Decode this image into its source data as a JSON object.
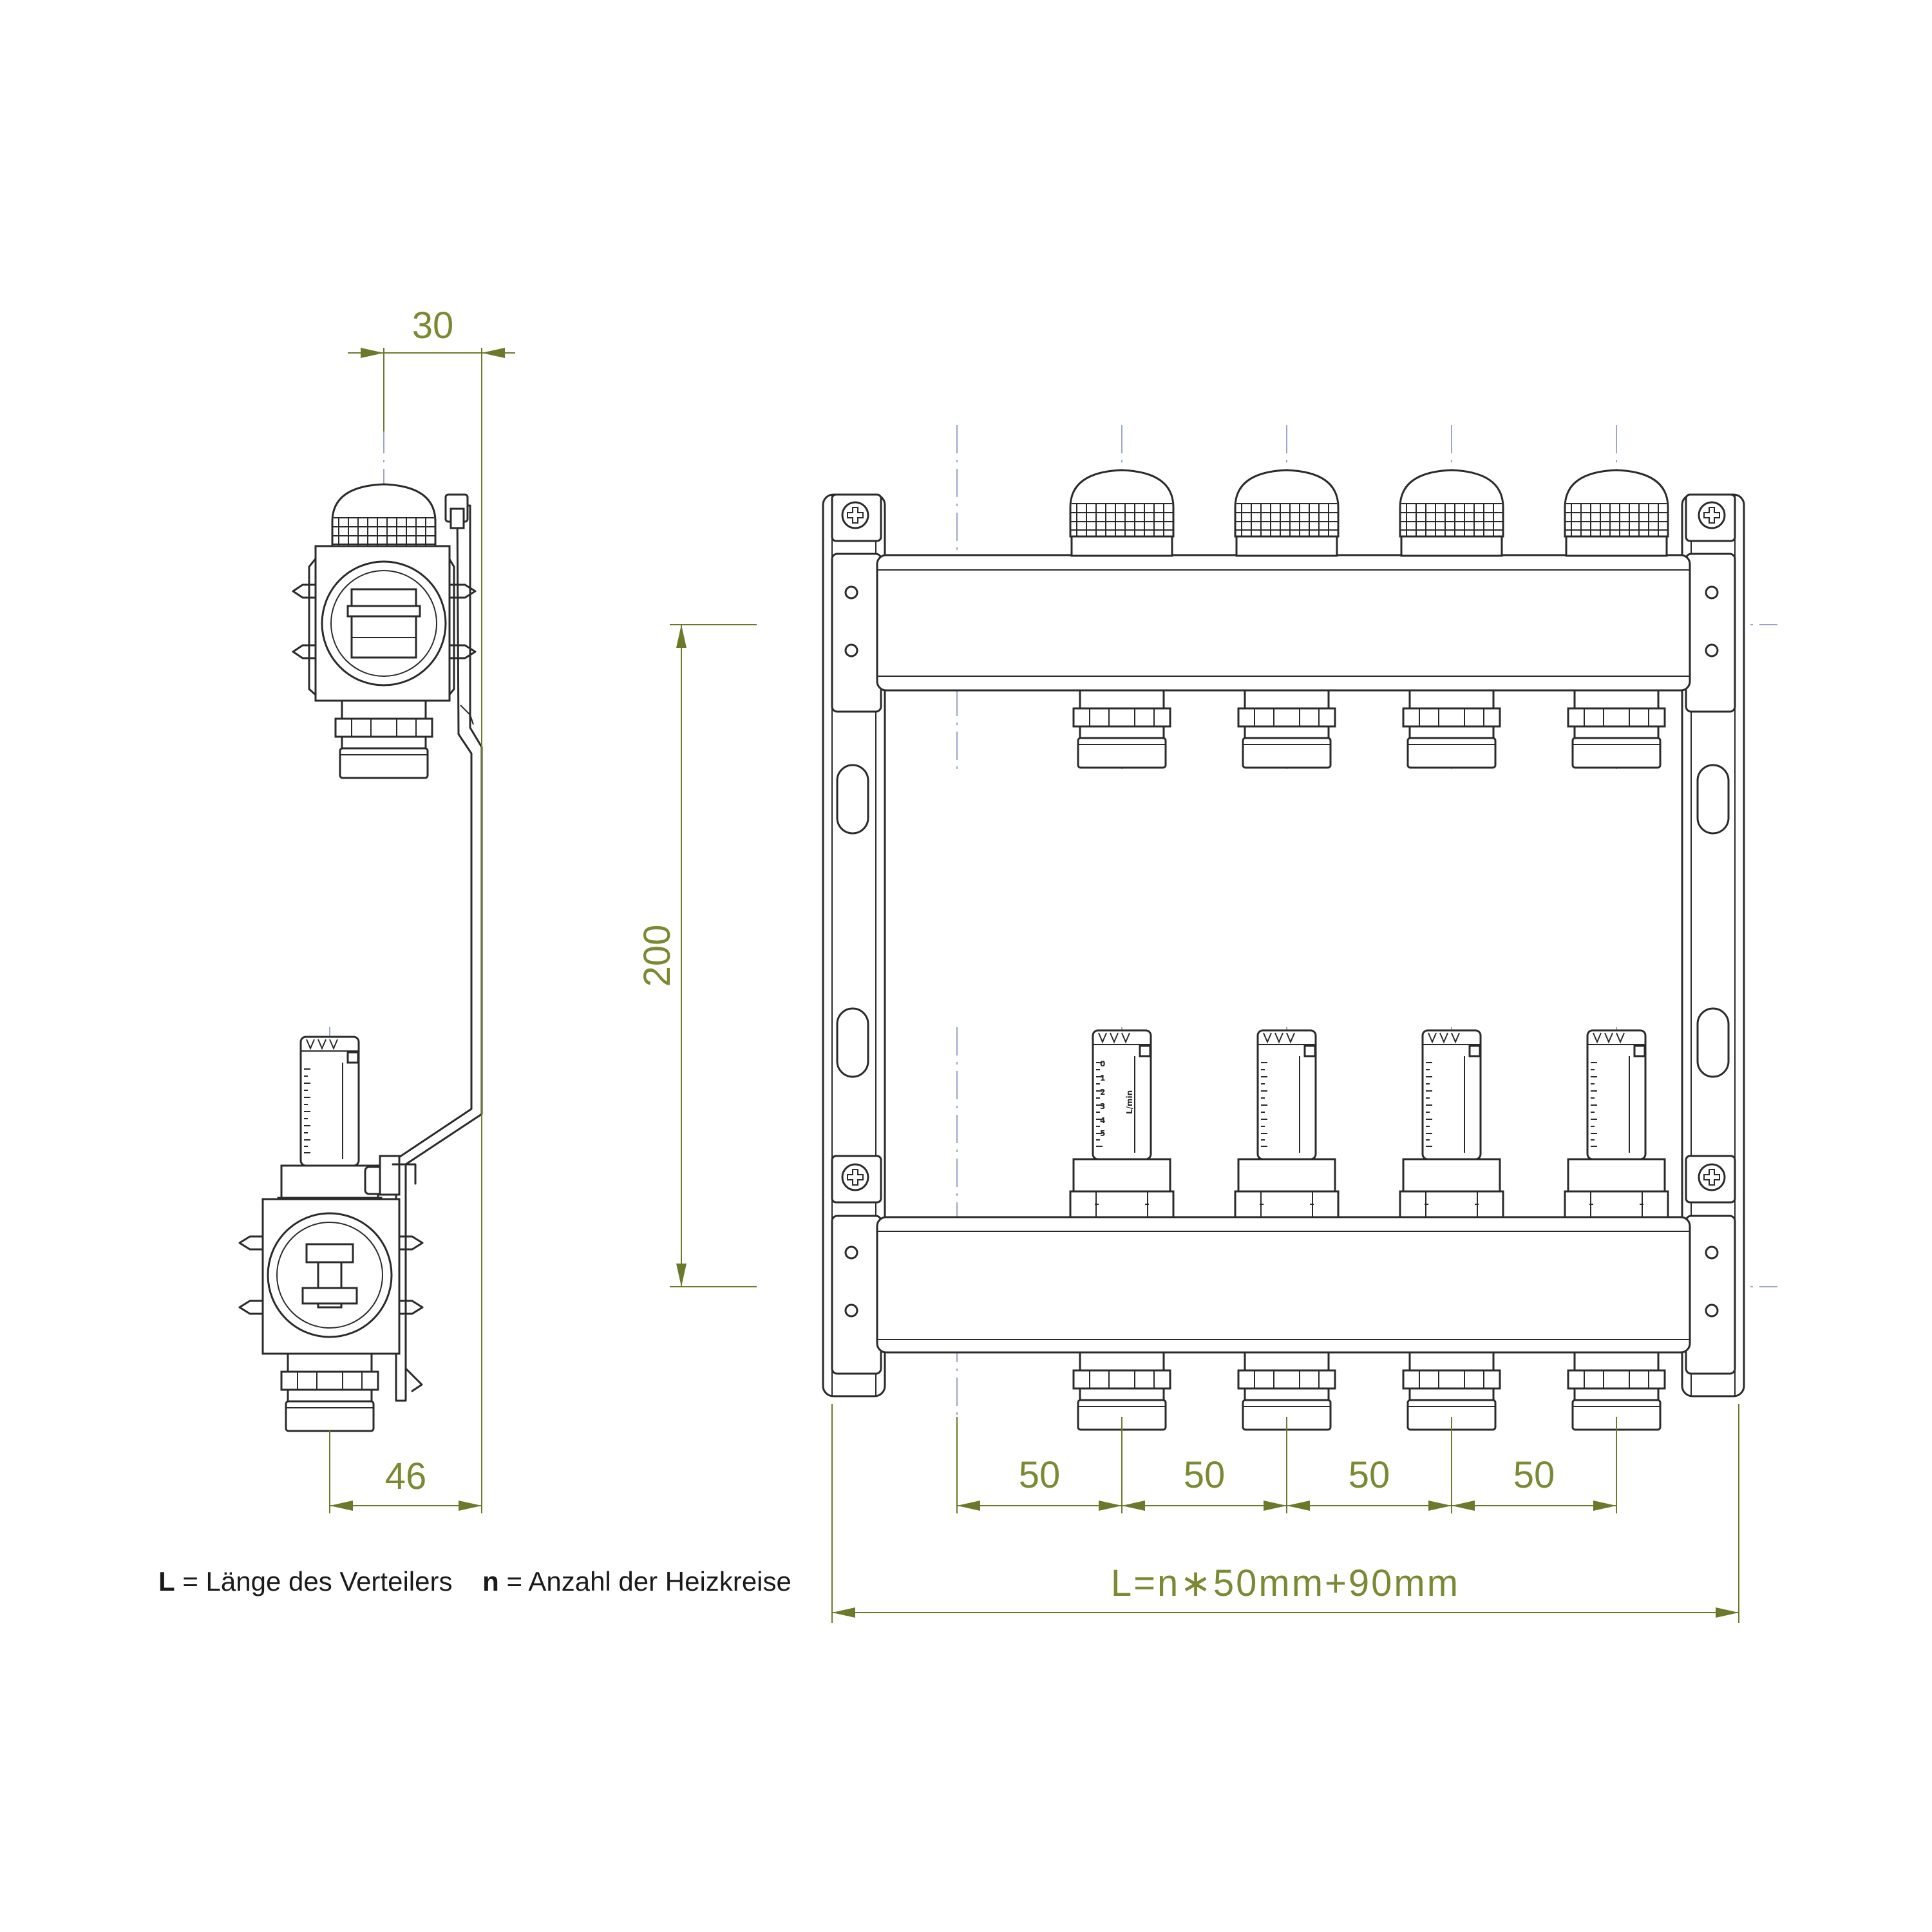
{
  "dimensions": {
    "side_top_width": "30",
    "side_bottom_width": "46",
    "height": "200",
    "spacing_1": "50",
    "spacing_2": "50",
    "spacing_3": "50",
    "spacing_4": "50",
    "total_length": "L=n∗50mm+90mm"
  },
  "legend": {
    "l_symbol": "L",
    "l_text": "= Länge des Verteilers",
    "n_symbol": "n",
    "n_text": "= Anzahl der Heizkreise"
  },
  "flowmeter": {
    "scale_marks": [
      "0",
      "1",
      "2",
      "3",
      "4",
      "5"
    ],
    "unit_label": "L/min"
  },
  "colors": {
    "dimension": "#7a8a33",
    "centerline": "#9aa6cc",
    "outline": "#2a2a2a"
  }
}
